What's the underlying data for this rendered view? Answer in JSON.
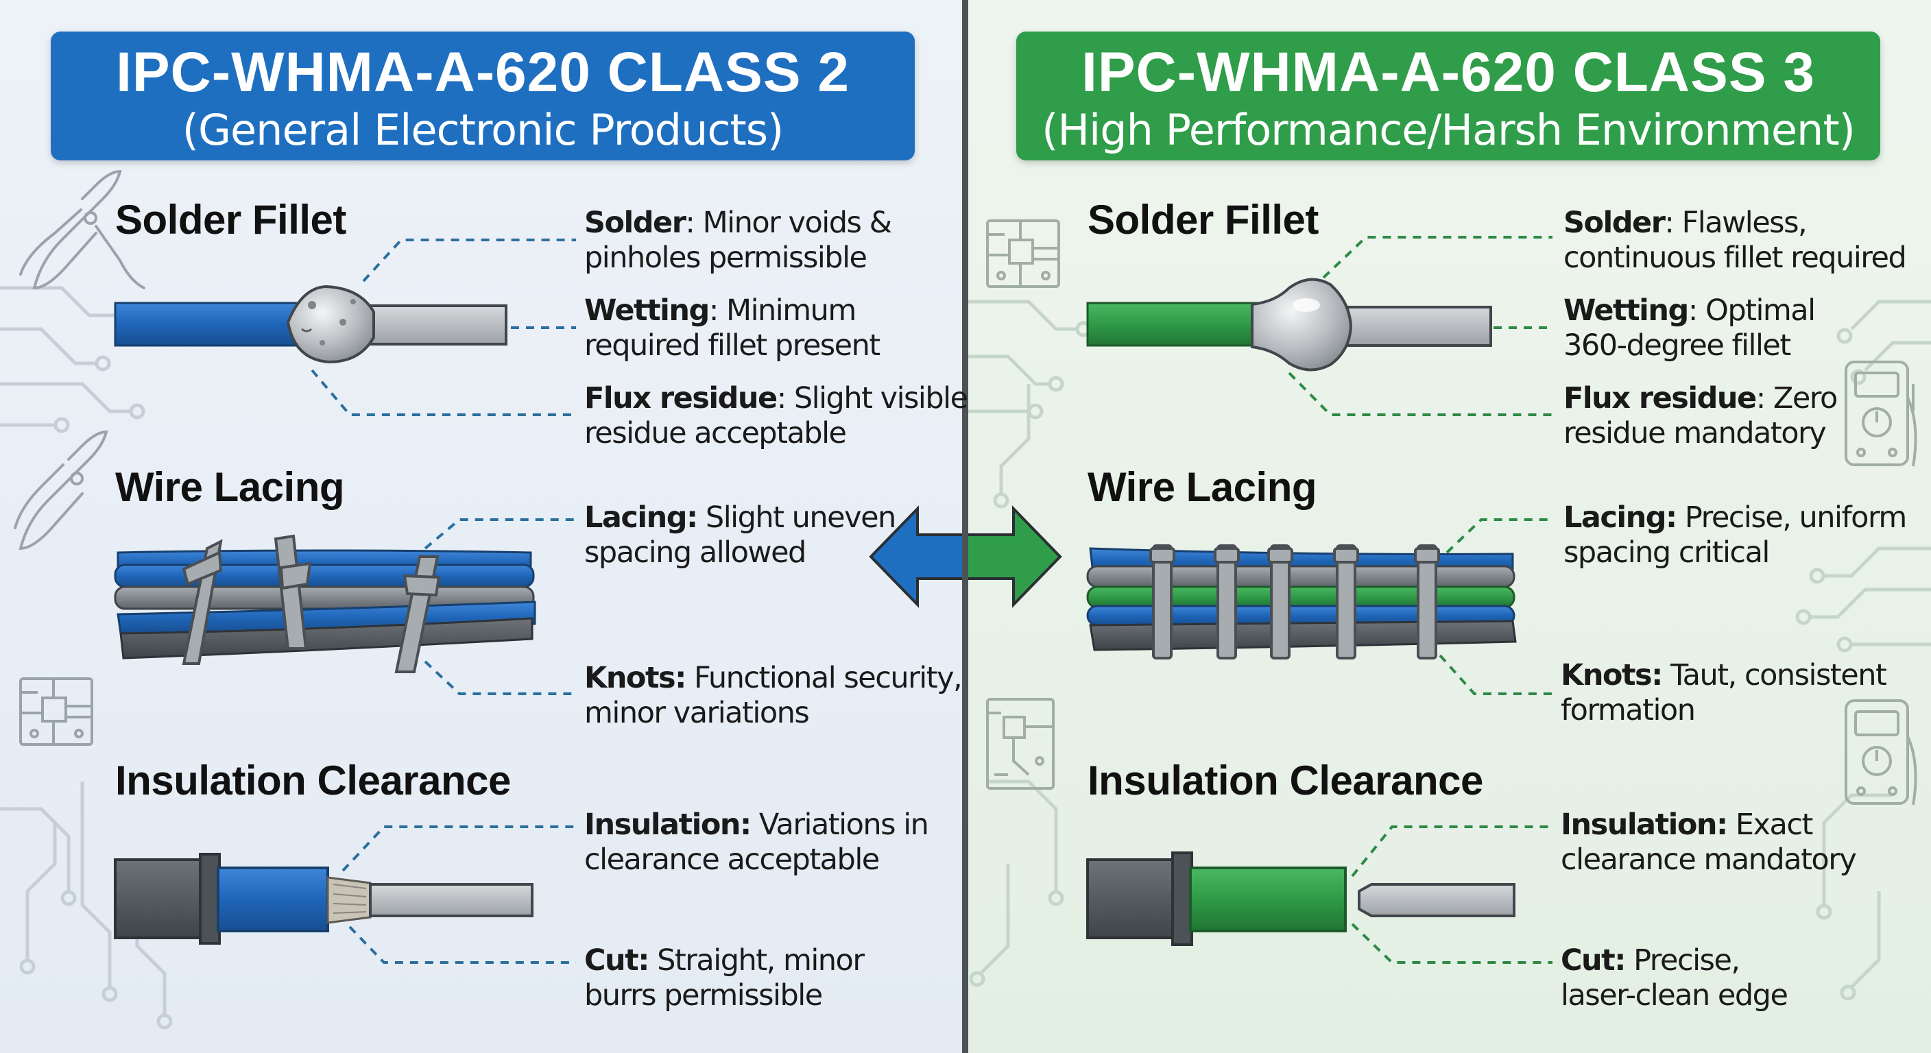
{
  "left": {
    "title": "IPC-WHMA-A-620 CLASS 2",
    "subtitle": "(General Electronic Products)",
    "color": "#1f6fc1",
    "sections": {
      "solder": {
        "heading": "Solder Fillet",
        "notes": [
          {
            "label": "Solder",
            "sep": ": ",
            "line1": "Minor voids &",
            "line2": "pinholes permissible"
          },
          {
            "label": "Wetting",
            "sep": ": ",
            "line1": "Minimum",
            "line2": "required fillet present"
          },
          {
            "label": "Flux residue",
            "sep": ": ",
            "line1": "Slight visible",
            "line2": "residue acceptable"
          }
        ]
      },
      "lacing": {
        "heading": "Wire Lacing",
        "notes": [
          {
            "label": "Lacing:",
            "sep": " ",
            "line1": "Slight uneven",
            "line2": "spacing allowed"
          },
          {
            "label": "Knots:",
            "sep": " ",
            "line1": "Functional security,",
            "line2": "minor variations"
          }
        ]
      },
      "insulation": {
        "heading": "Insulation Clearance",
        "notes": [
          {
            "label": "Insulation:",
            "sep": " ",
            "line1": "Variations in",
            "line2": "clearance acceptable"
          },
          {
            "label": "Cut:",
            "sep": " ",
            "line1": "Straight, minor",
            "line2": "burrs permissible"
          }
        ]
      }
    }
  },
  "right": {
    "title": "IPC-WHMA-A-620 CLASS 3",
    "subtitle": "(High Performance/Harsh Environment)",
    "color": "#2f9d49",
    "sections": {
      "solder": {
        "heading": "Solder Fillet",
        "notes": [
          {
            "label": "Solder",
            "sep": ": ",
            "line1": "Flawless,",
            "line2": "continuous fillet required"
          },
          {
            "label": "Wetting",
            "sep": ": ",
            "line1": "Optimal",
            "line2": "360-degree fillet"
          },
          {
            "label": "Flux residue",
            "sep": ": ",
            "line1": "Zero",
            "line2": "residue mandatory"
          }
        ]
      },
      "lacing": {
        "heading": "Wire Lacing",
        "notes": [
          {
            "label": "Lacing:",
            "sep": " ",
            "line1": "Precise, uniform",
            "line2": "spacing critical"
          },
          {
            "label": "Knots:",
            "sep": " ",
            "line1": "Taut, consistent",
            "line2": "formation"
          }
        ]
      },
      "insulation": {
        "heading": "Insulation Clearance",
        "notes": [
          {
            "label": "Insulation:",
            "sep": " ",
            "line1": "Exact",
            "line2": "clearance mandatory"
          },
          {
            "label": "Cut:",
            "sep": " ",
            "line1": "Precise,",
            "line2": "laser-clean edge"
          }
        ]
      }
    }
  },
  "icons": [
    "pliers-icon",
    "circuit-board-icon",
    "multimeter-icon",
    "double-arrow-icon"
  ]
}
